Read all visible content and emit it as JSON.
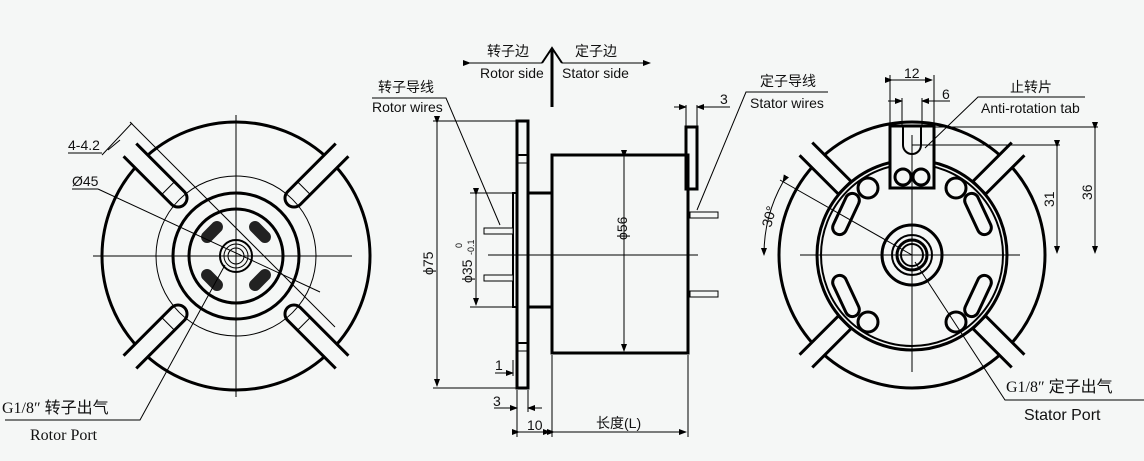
{
  "drawing": {
    "direction": {
      "rotor_cn": "转子边",
      "rotor_en": "Rotor side",
      "stator_cn": "定子边",
      "stator_en": "Stator side"
    },
    "left_view": {
      "slot_dim": "4-4.2",
      "pcd_dim": "Ø45",
      "port_cn": "G1/8″ 转子出气",
      "port_en": "Rotor Port"
    },
    "side_view": {
      "rotor_wires_cn": "转子导线",
      "rotor_wires_en": "Rotor wires",
      "stator_wires_cn": "定子导线",
      "stator_wires_en": "Stator wires",
      "dim_flange_dia": "ϕ75",
      "dim_spigot": "ϕ35",
      "dim_spigot_tol_upper": "0",
      "dim_spigot_tol_lower": "-0.1",
      "dim_body_dia": "ϕ56",
      "dim_tab_thk": "3",
      "dim_plate": "1",
      "dim_flange_thk": "3",
      "dim_hub_len": "10",
      "dim_length": "长度(L)"
    },
    "right_view": {
      "dim_tab_width": "12",
      "dim_slot_width": "6",
      "tab_cn": "止转片",
      "tab_en": "Anti-rotation tab",
      "dim_31": "31",
      "dim_36": "36",
      "angle": "30°",
      "port_cn": "G1/8″ 定子出气",
      "port_en": "Stator Port"
    }
  }
}
